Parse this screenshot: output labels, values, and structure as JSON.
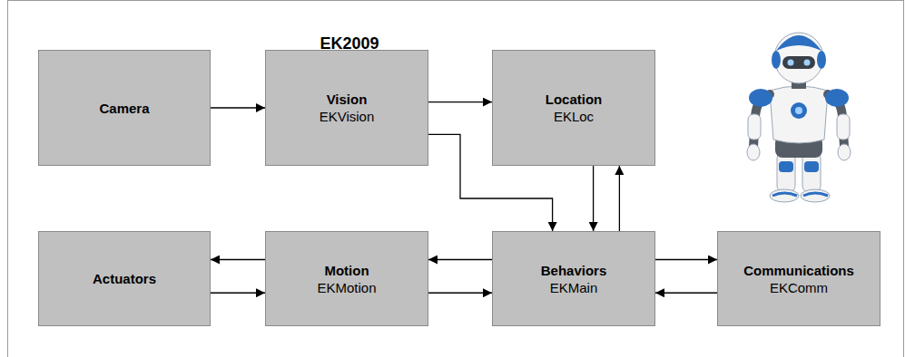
{
  "diagram": {
    "title": "EK2009",
    "nodes": [
      {
        "text": [
          "Camera"
        ]
      },
      {
        "text": [
          "Vision",
          "EKVision"
        ]
      },
      {
        "text": [
          "Location",
          "EKLoc"
        ]
      },
      {
        "text": [
          "Actuators"
        ]
      },
      {
        "text": [
          "Motion",
          "EKMotion"
        ]
      },
      {
        "text": [
          "Behaviors",
          "EKMain"
        ]
      },
      {
        "text": [
          "Communications",
          "EKComm"
        ]
      }
    ],
    "edges": [
      {
        "from": 0,
        "to": 1,
        "arrow": "to"
      },
      {
        "from": 1,
        "to": 2,
        "arrow": "to"
      },
      {
        "from": 1,
        "to": 5,
        "arrow": "to"
      },
      {
        "from": 2,
        "to": 5,
        "arrow": "to"
      },
      {
        "from": 5,
        "to": 2,
        "arrow": "to"
      },
      {
        "from": 4,
        "to": 3,
        "arrow": "to"
      },
      {
        "from": 3,
        "to": 4,
        "arrow": "to"
      },
      {
        "from": 5,
        "to": 4,
        "arrow": "to"
      },
      {
        "from": 4,
        "to": 5,
        "arrow": "to"
      },
      {
        "from": 5,
        "to": 6,
        "arrow": "to"
      },
      {
        "from": 6,
        "to": 5,
        "arrow": "to"
      }
    ]
  }
}
